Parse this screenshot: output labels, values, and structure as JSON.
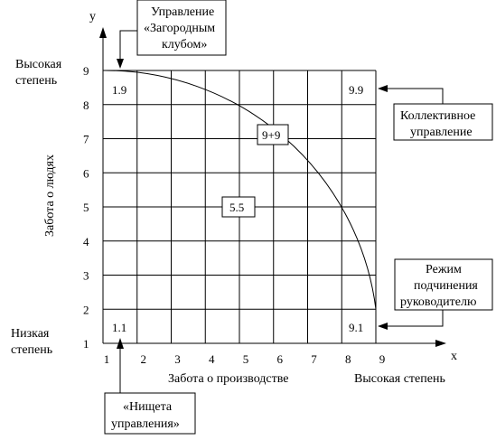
{
  "axes": {
    "x_letter": "x",
    "y_letter": "y",
    "x_title": "Забота о производстве",
    "y_title": "Забота о людях",
    "x_high": "Высокая степень",
    "y_high": [
      "Высокая",
      "степень"
    ],
    "y_low": [
      "Низкая",
      "степень"
    ],
    "x_ticks": [
      "1",
      "2",
      "3",
      "4",
      "5",
      "6",
      "7",
      "8",
      "9"
    ],
    "y_ticks": [
      "1",
      "2",
      "3",
      "4",
      "5",
      "6",
      "7",
      "8",
      "9"
    ]
  },
  "grid": {
    "min": 1,
    "max": 9
  },
  "corners": {
    "c19": "1.9",
    "c99": "9.9",
    "c11": "1.1",
    "c91": "9.1"
  },
  "inner_boxes": {
    "b99": "9+9",
    "b55": "5.5"
  },
  "callouts": {
    "country_club": [
      "Управление",
      "«Загородным",
      "клубом»"
    ],
    "team": [
      "Коллективное",
      "управление"
    ],
    "authority": [
      "Режим",
      "подчинения",
      "руководителю"
    ],
    "impoverished": [
      "«Нищета",
      "управления»"
    ]
  }
}
